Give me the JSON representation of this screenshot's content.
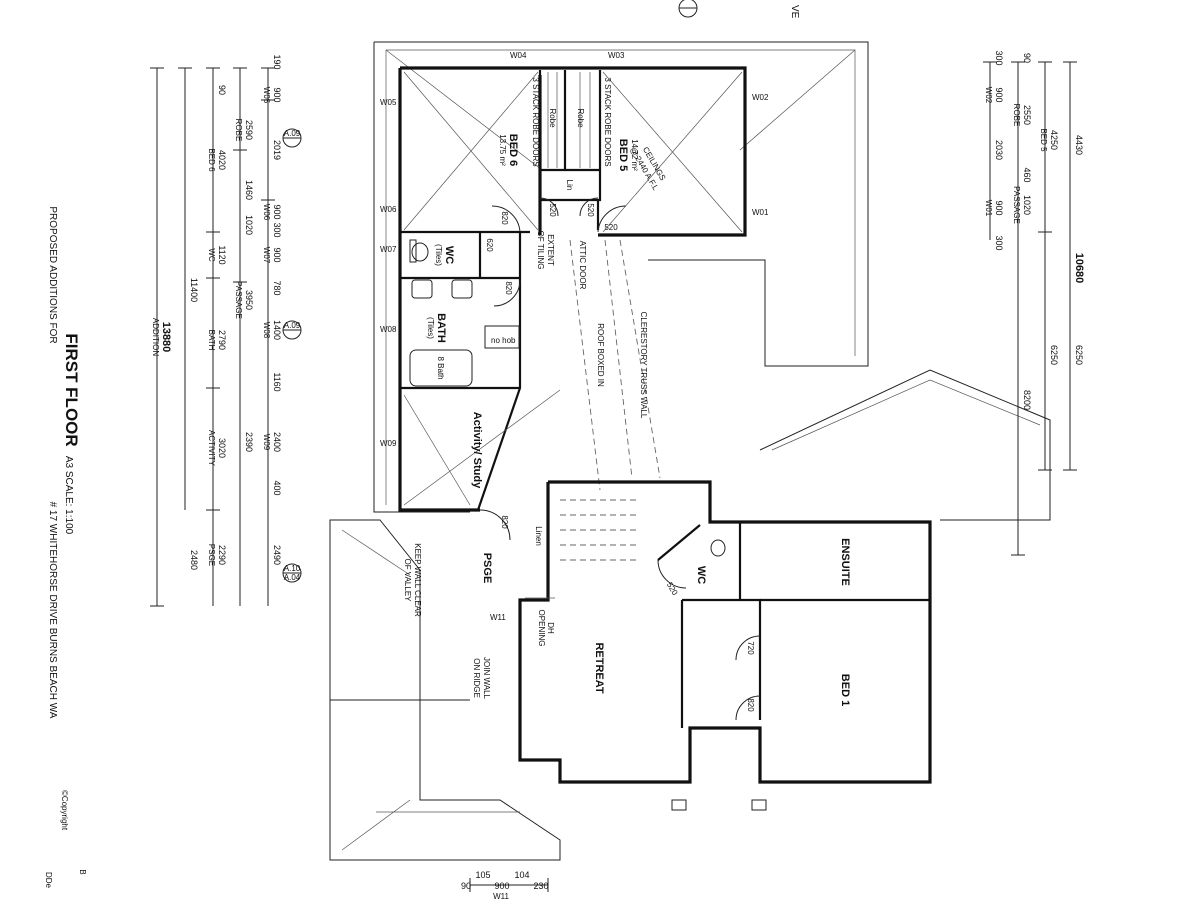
{
  "title": {
    "main": "FIRST FLOOR",
    "scale": "A3 SCALE: 1:100",
    "project": "# 17 WHITEHORSE DRIVE BURNS BEACH WA",
    "subtitle": "PROPOSED ADDITIONS FOR",
    "copyright": "©Copyright"
  },
  "rooms": {
    "bed6": "BED 6",
    "bed6_area": "13.75 m²",
    "bed5": "BED 5",
    "bed5_area": "14.72 m²",
    "wc_top": "WC",
    "wc_top_note": "(Tiles)",
    "bath": "BATH",
    "bath_note": "(Tiles)",
    "bath_tub": "8 Bath",
    "activity": "Activity/ Study",
    "psge": "PSGE",
    "retreat": "RETREAT",
    "wc_lower": "WC",
    "ensuite": "ENSUITE",
    "bed1": "BED 1",
    "robe_a": "Robe",
    "robe_b": "Robe",
    "lin_top": "Lin",
    "linen": "Linen"
  },
  "annotations": {
    "robe_doors_a": "3 STACK ROBE DOORS",
    "robe_doors_b": "3 STACK ROBE DOORS",
    "ceilings_1": "CEILINGS",
    "ceilings_2": "@ 2440 A.F.L",
    "extent_tiling_1": "EXTENT",
    "extent_tiling_2": "OF TILING",
    "attic_door": "ATTIC DOOR",
    "roof_boxed": "ROOF BOXED IN",
    "clerestory": "CLERESTORY TRUSS WALL",
    "no_hob": "no hob",
    "dh_1": "DH",
    "dh_2": "OPENING",
    "keep_wall_1": "KEEP WALL CLEAR",
    "keep_wall_2": "OF VALLEY",
    "join_wall_1": "JOIN WALL",
    "join_wall_2": "ON RIDGE",
    "top_ve": "VE"
  },
  "windows": [
    "W01",
    "W02",
    "W03",
    "W04",
    "W05",
    "W06",
    "W07",
    "W08",
    "W09",
    "W11"
  ],
  "doors": {
    "d820a": "820",
    "d820b": "820",
    "d820c": "820",
    "d820d": "820",
    "d620": "620",
    "d520a": "520",
    "d520b": "520",
    "d720": "720",
    "d820e": "820"
  },
  "section_markers": [
    "A.09",
    "A.10",
    "A.04"
  ],
  "dims_left": {
    "overall": "13880",
    "overall_label": "ADDITION",
    "sub": "11400",
    "end": "2480",
    "bed6": "4020",
    "bed6_l": "BED 6",
    "wc": "1120",
    "wc_l": "WC",
    "passage": "3950",
    "passage_l": "PASSAGE",
    "bath": "2790",
    "bath_l": "BATH",
    "activity": "3020",
    "activity_l": "ACTIVITY",
    "psge": "2290",
    "psge_l": "PSGE",
    "robe": "2590",
    "robe_l": "ROBE",
    "w05": "900",
    "w05_l": "W05",
    "d190": "190",
    "d2019": "2019",
    "d1460": "1460",
    "d1020": "1020",
    "w06": "900",
    "w06_l": "W06",
    "w07": "900",
    "w07_l": "W07",
    "d780": "780",
    "w08": "1400",
    "w08_l": "W08",
    "d1160": "1160",
    "w09": "2400",
    "w09_l": "W09",
    "d2390": "2390",
    "d400": "400",
    "d2480b": "2490",
    "d90": "90",
    "d300": "300"
  },
  "dims_right": {
    "overall": "10680",
    "a": "4430",
    "b": "6250",
    "c": "8200",
    "d": "6250",
    "bed5": "4250",
    "bed5_l": "BED 5",
    "robe": "2550",
    "robe_l": "ROBE",
    "w02": "900",
    "w02_l": "W02",
    "passage": "1020",
    "passage_l": "PASSAGE",
    "d460": "460",
    "d2030": "2030",
    "w01": "900",
    "w01_l": "W01",
    "d300": "300",
    "d90": "90"
  },
  "dims_bottom": {
    "a": "90",
    "b": "105",
    "c": "900",
    "d": "104",
    "e": "230",
    "w11": "W11"
  },
  "edge_marks": [
    "B",
    "DDe"
  ]
}
